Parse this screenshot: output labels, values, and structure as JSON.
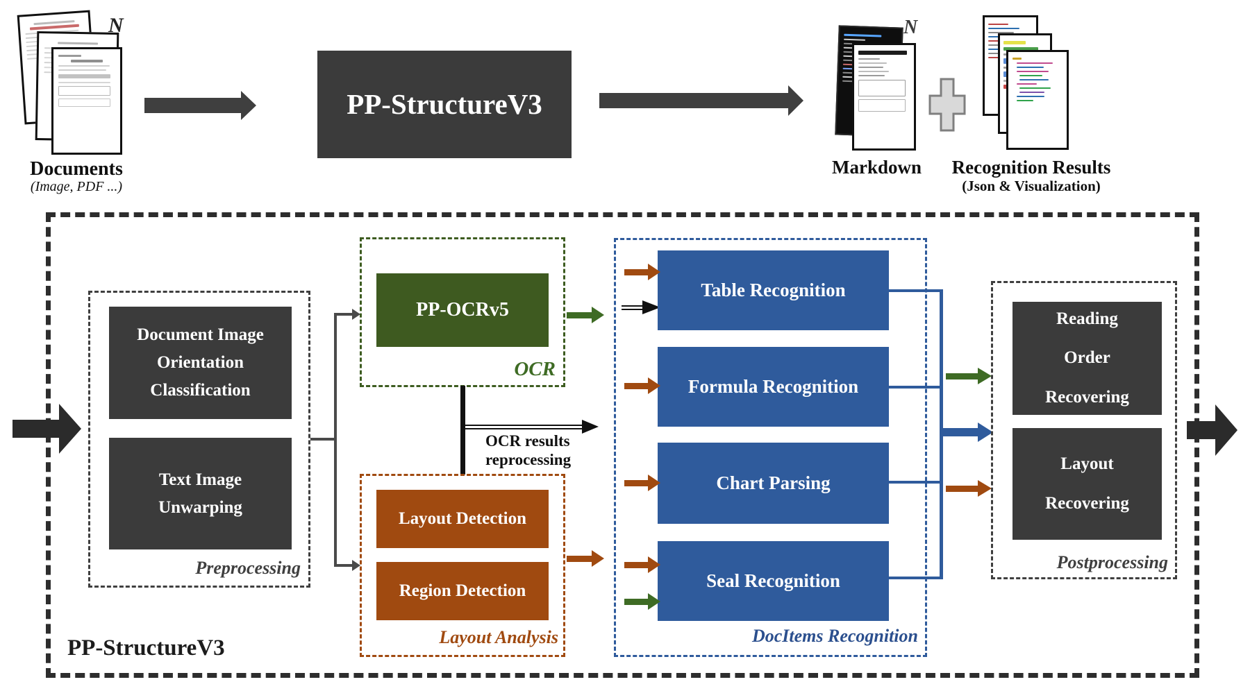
{
  "colors": {
    "dark_box": "#3b3b3b",
    "green_box": "#3e5a20",
    "green_arrow": "#3e6b24",
    "brown": "#a04a10",
    "blue": "#2f5b9c",
    "gray_line": "#4a4a4a",
    "black": "#111111",
    "plus_fill": "#d9d9d9"
  },
  "header": {
    "documents": {
      "n": "N",
      "title": "Documents",
      "subtitle": "(Image, PDF ...)"
    },
    "main_box": {
      "label": "PP-StructureV3"
    },
    "markdown": {
      "n": "N",
      "title": "Markdown"
    },
    "recognition": {
      "title": "Recognition Results",
      "subtitle": "(Json & Visualization)"
    }
  },
  "pipeline": {
    "title": "PP-StructureV3",
    "preprocessing": {
      "label": "Preprocessing",
      "modules": [
        {
          "label": "Document Image\nOrientation\nClassification"
        },
        {
          "label": "Text Image\nUnwarping"
        }
      ]
    },
    "ocr": {
      "label": "OCR",
      "modules": [
        {
          "label": "PP-OCRv5"
        }
      ]
    },
    "layout_analysis": {
      "label": "Layout Analysis",
      "modules": [
        {
          "label": "Layout Detection"
        },
        {
          "label": "Region Detection"
        }
      ]
    },
    "docitems": {
      "label": "DocItems Recognition",
      "modules": [
        {
          "label": "Table Recognition"
        },
        {
          "label": "Formula Recognition"
        },
        {
          "label": "Chart Parsing"
        },
        {
          "label": "Seal Recognition"
        }
      ]
    },
    "postprocessing": {
      "label": "Postprocessing",
      "modules": [
        {
          "label": "Reading\nOrder\nRecovering"
        },
        {
          "label": "Layout\nRecovering"
        }
      ]
    },
    "annotations": {
      "ocr_reprocessing": "OCR results\nreprocessing"
    }
  }
}
